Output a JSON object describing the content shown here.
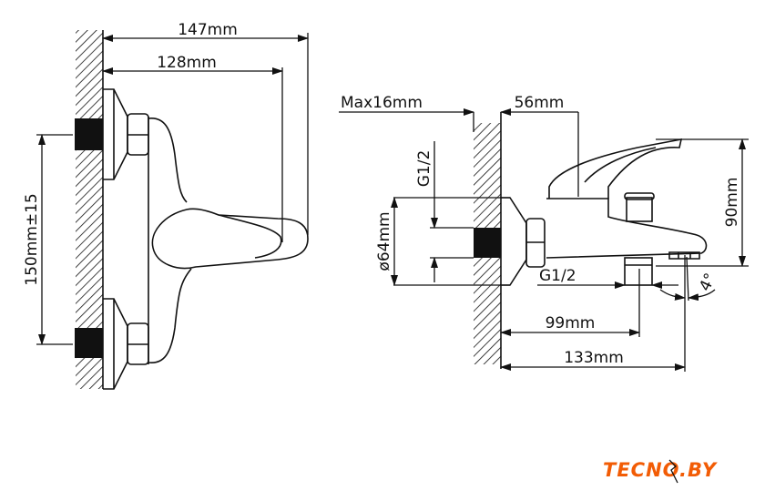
{
  "left_view": {
    "dim_total_depth": "147mm",
    "dim_handle_depth": "128mm",
    "dim_inlet_spacing": "150mm±15"
  },
  "right_view": {
    "dim_max_wall": "Max16mm",
    "dim_handle_offset": "56mm",
    "dim_thread_inlet": "G1/2",
    "dim_flange_diameter": "ø64mm",
    "dim_height": "90mm",
    "dim_thread_outlet": "G1/2",
    "dim_outlet_distance": "99mm",
    "dim_spout_length": "133mm",
    "dim_angle": "4°"
  },
  "logo": {
    "text": "TECNO.BY",
    "color": "#f25c05"
  }
}
